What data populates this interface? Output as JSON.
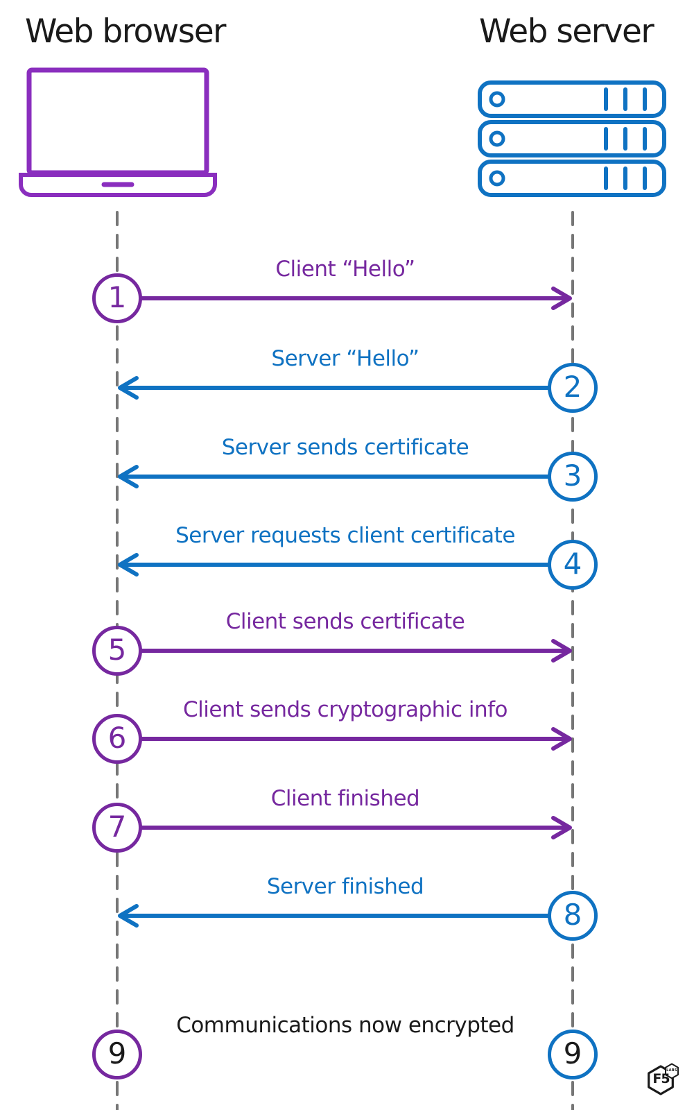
{
  "headers": {
    "left": "Web browser",
    "right": "Web server"
  },
  "actors": {
    "client": {
      "name": "Web browser",
      "icon": "laptop-icon"
    },
    "server": {
      "name": "Web server",
      "icon": "server-stack-icon"
    }
  },
  "steps": [
    {
      "step": "1",
      "label": "Client “Hello”",
      "from": "client",
      "to": "server",
      "color": "purple"
    },
    {
      "step": "2",
      "label": "Server “Hello”",
      "from": "server",
      "to": "client",
      "color": "blue"
    },
    {
      "step": "3",
      "label": "Server sends certificate",
      "from": "server",
      "to": "client",
      "color": "blue"
    },
    {
      "step": "4",
      "label": "Server requests client certificate",
      "from": "server",
      "to": "client",
      "color": "blue"
    },
    {
      "step": "5",
      "label": "Client sends certificate",
      "from": "client",
      "to": "server",
      "color": "purple"
    },
    {
      "step": "6",
      "label": "Client sends cryptographic info",
      "from": "client",
      "to": "server",
      "color": "purple"
    },
    {
      "step": "7",
      "label": "Client finished",
      "from": "client",
      "to": "server",
      "color": "purple"
    },
    {
      "step": "8",
      "label": "Server finished",
      "from": "server",
      "to": "client",
      "color": "blue"
    },
    {
      "step": "9",
      "label": "Communications now encrypted",
      "from": "both",
      "to": "both",
      "color": "gradient"
    }
  ],
  "logo": {
    "brand": "F5",
    "sub": "LABS"
  },
  "colors": {
    "purple": "#76289F",
    "purpleLight": "#8A2EBE",
    "blue": "#0F72C2",
    "gray": "#767676",
    "ink": "#1A1A1A",
    "bg": "#FFFFFF"
  }
}
